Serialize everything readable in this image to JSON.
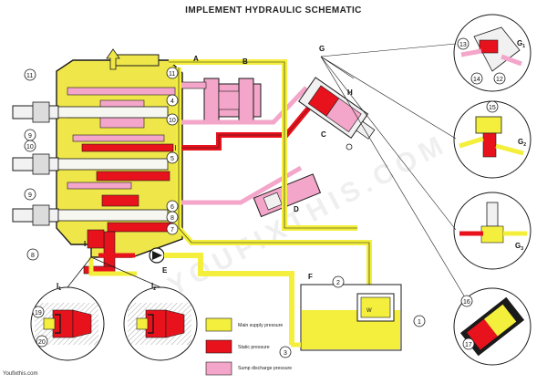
{
  "title": "IMPLEMENT HYDRAULIC SCHEMATIC",
  "footer": "Youfixthis.com",
  "watermark": "YOUFIXTHIS.COM",
  "colors": {
    "main_supply": "#f4ef3c",
    "static": "#e8121c",
    "sump_discharge": "#f3a6c9",
    "outline": "#1a1a1a",
    "body": "#efe64a"
  },
  "legend": [
    {
      "label": "Main supply pressure",
      "color": "#f4ef3c"
    },
    {
      "label": "Static pressure",
      "color": "#e8121c"
    },
    {
      "label": "Sump discharge pressure",
      "color": "#f3a6c9"
    }
  ],
  "letters": {
    "A": "A",
    "B": "B",
    "C": "C",
    "D": "D",
    "E": "E",
    "F": "F",
    "G": "G",
    "H": "H",
    "I": "I",
    "I1": "I",
    "I1_sub": "1",
    "I2": "I",
    "I2_sub": "2",
    "G1": "G",
    "G1_sub": "1",
    "G2": "G",
    "G2_sub": "2",
    "G3": "G",
    "G3_sub": "3"
  },
  "callouts": {
    "c1": "1",
    "c2": "2",
    "c3": "3",
    "c4": "4",
    "c5": "5",
    "c6": "6",
    "c7": "7",
    "c8a": "8",
    "c8b": "8",
    "c9a": "9",
    "c9b": "9",
    "c10a": "10",
    "c10b": "10",
    "c11a": "11",
    "c11b": "11",
    "c12": "12",
    "c13": "13",
    "c14": "14",
    "c15": "15",
    "c16": "16",
    "c17": "17",
    "c19": "19",
    "c20": "20"
  }
}
